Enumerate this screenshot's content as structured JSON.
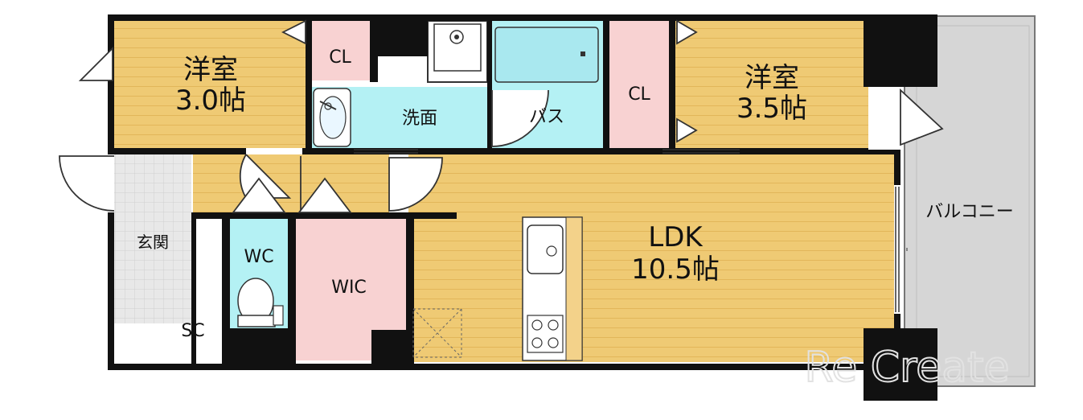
{
  "floorplan": {
    "rooms": {
      "western_room_1": {
        "name": "洋室",
        "size": "3.0帖"
      },
      "western_room_2": {
        "name": "洋室",
        "size": "3.5帖"
      },
      "ldk": {
        "name": "LDK",
        "size": "10.5帖"
      },
      "closet_1": "CL",
      "closet_2": "CL",
      "washroom": "洗面",
      "bath": "バス",
      "entrance": "玄関",
      "shoe_closet": "SC",
      "toilet": "WC",
      "walk_in_closet": "WIC",
      "balcony": "バルコニー"
    },
    "watermark": "Re Create",
    "colors": {
      "wood_floor": "#efca74",
      "wood_line": "#e2b65a",
      "wet_area": "#b4f1f4",
      "closet": "#f8d2d2",
      "tile": "#e6e6e6",
      "balcony": "#d6d6d6",
      "wall": "#111111"
    }
  }
}
